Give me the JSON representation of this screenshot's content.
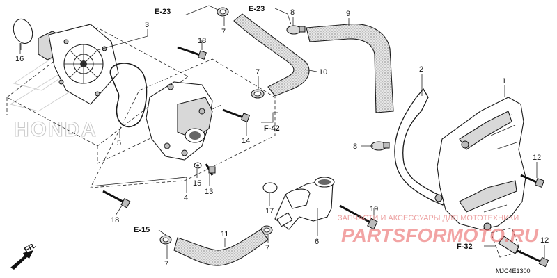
{
  "watermark": {
    "brand_outline": "HONDA",
    "shop_name": "PARTSFORMOTO.RU",
    "shop_tagline": "ЗАПЧАСТИ И АКСЕССУАРЫ ДЛЯ МОТОТЕХНИКИ"
  },
  "diagram_code": "MJC4E1300",
  "direction_label": "FR.",
  "references": {
    "e23_top_left": "E-23",
    "e23_top_mid": "E-23",
    "f42": "F-42",
    "e15": "E-15",
    "f32": "F-32"
  },
  "part_numbers": {
    "p1": "1",
    "p2": "2",
    "p3": "3",
    "p4": "4",
    "p5": "5",
    "p6": "6",
    "p7a": "7",
    "p7b": "7",
    "p7c": "7",
    "p7d": "7",
    "p8a": "8",
    "p8b": "8",
    "p9": "9",
    "p10": "10",
    "p11": "11",
    "p12a": "12",
    "p12b": "12",
    "p13": "13",
    "p14": "14",
    "p15": "15",
    "p16": "16",
    "p17": "17",
    "p18a": "18",
    "p18b": "18",
    "p19": "19"
  },
  "colors": {
    "line": "#1a1a1a",
    "hose_fill": "#e6e6e6",
    "watermark_red": "#e85a5a"
  }
}
